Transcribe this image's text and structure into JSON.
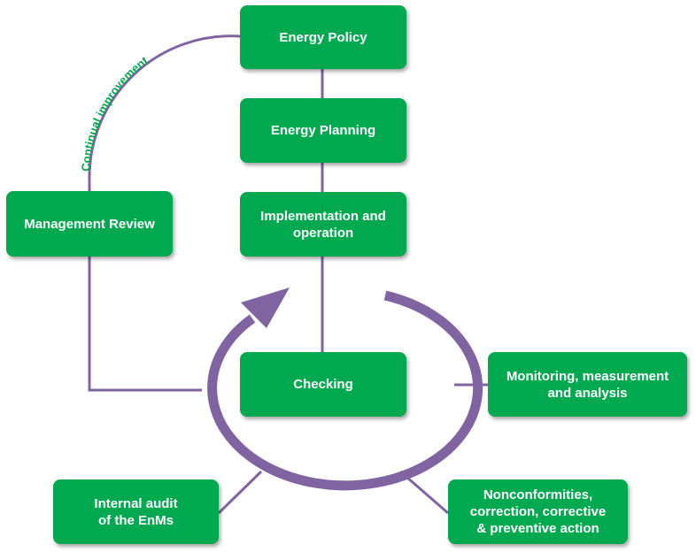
{
  "colors": {
    "box_fill": "#00a94f",
    "box_text": "#ffffff",
    "connector": "#8064a2",
    "arc_label": "#00a94f"
  },
  "nodes": {
    "energy_policy": "Energy Policy",
    "energy_planning": "Energy Planning",
    "implementation": "Implementation and\noperation",
    "checking": "Checking",
    "management_review": "Management Review",
    "monitoring": "Monitoring, measurement\nand analysis",
    "internal_audit": "Internal audit\nof the EnMs",
    "nonconformities": "Nonconformities,\ncorrection, corrective\n& preventive action"
  },
  "arc_label": "Continual improvement"
}
